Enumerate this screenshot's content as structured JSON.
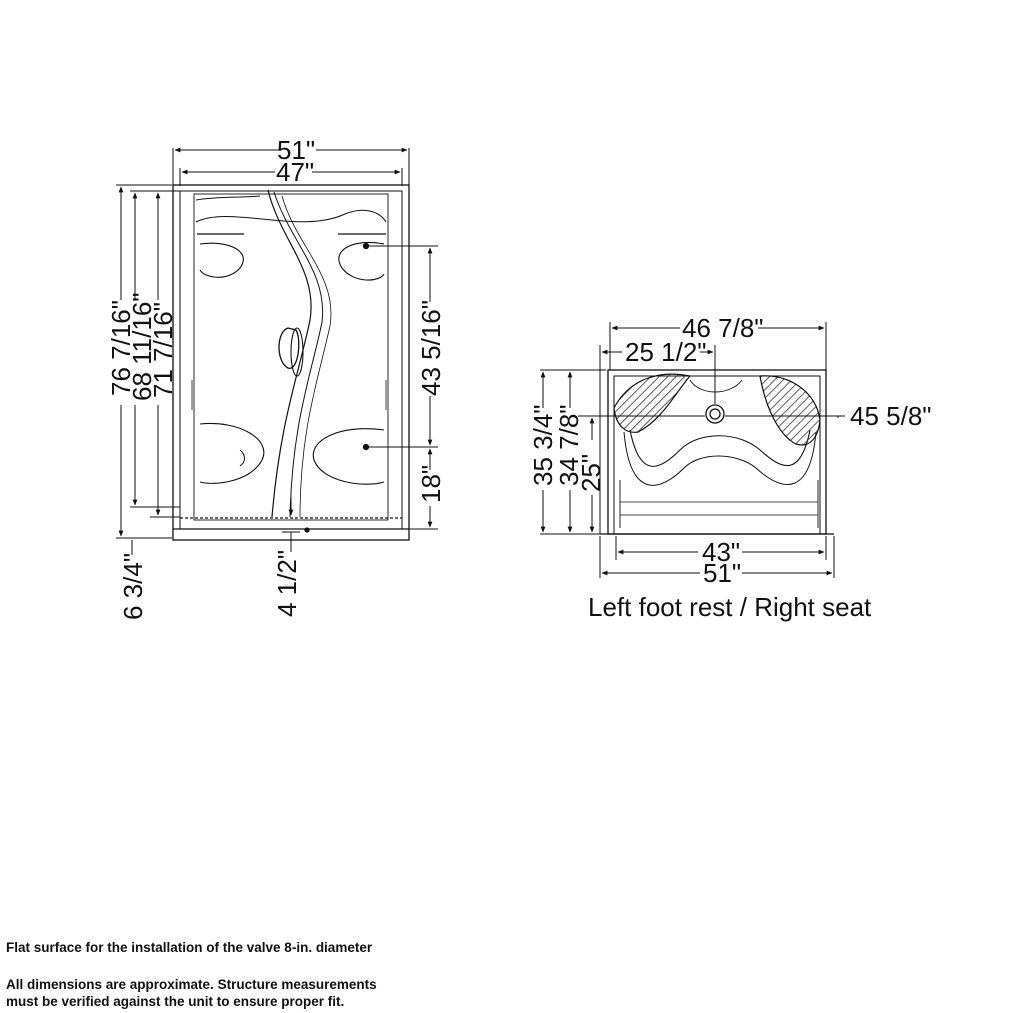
{
  "front_view": {
    "width_outer": "51\"",
    "width_inner": "47\"",
    "height_total": "76 7/16\"",
    "height_a": "68 11/16\"",
    "height_b": "71 7/16\"",
    "height_valve": "43 5/16\"",
    "height_lower": "18\"",
    "base_left": "6 3/4\"",
    "base_center": "4 1/2\""
  },
  "top_view": {
    "width_top": "46 7/8\"",
    "drain_offset": "25 1/2\"",
    "depth_valve": "45 5/8\"",
    "depth_a": "35 3/4\"",
    "depth_b": "34 7/8\"",
    "depth_c": "25\"",
    "width_inner": "43\"",
    "width_outer": "51\"",
    "caption": "Left foot rest / Right seat"
  },
  "notes": {
    "valve": "Flat surface for the installation of the valve 8-in. diameter",
    "disclaimer_line1": "All dimensions are approximate. Structure measurements",
    "disclaimer_line2": "must be verified against the unit to ensure proper fit."
  }
}
